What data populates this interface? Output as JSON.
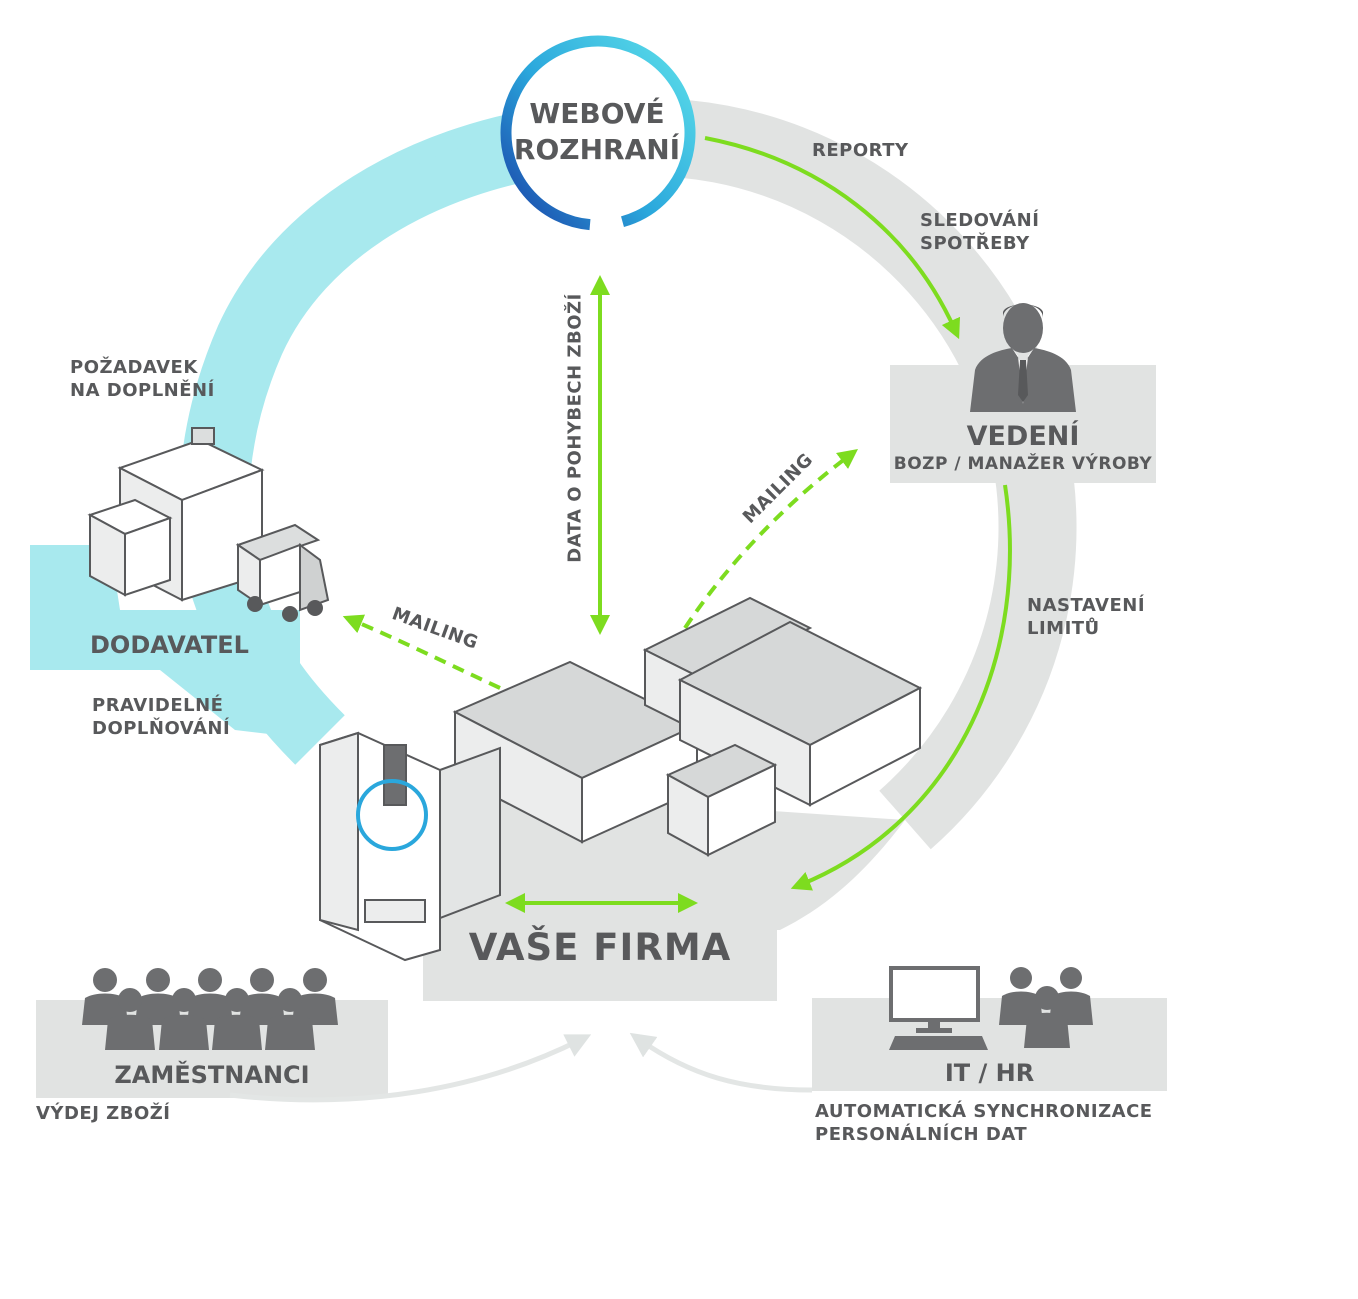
{
  "hub": {
    "line1": "WEBOVÉ",
    "line2": "ROZHRANÍ"
  },
  "nodes": {
    "vedeni": {
      "title": "VEDENÍ",
      "subtitle": "BOZP / MANAŽER VÝROBY"
    },
    "dodavatel": {
      "title": "DODAVATEL"
    },
    "firma": {
      "title": "VAŠE FIRMA"
    },
    "zamestnanci": {
      "title": "ZAMĚSTNANCI"
    },
    "ithr": {
      "title": "IT / HR"
    }
  },
  "edge_labels": {
    "reporty": "REPORTY",
    "sledovani_1": "SLEDOVÁNÍ",
    "sledovani_2": "SPOTŘEBY",
    "pozadavek_1": "POŽADAVEK",
    "pozadavek_2": "NA DOPLNĚNÍ",
    "pravidelne_1": "PRAVIDELNÉ",
    "pravidelne_2": "DOPLŇOVÁNÍ",
    "nastaveni_1": "NASTAVENÍ",
    "nastaveni_2": "LIMITŮ",
    "data": "DATA O POHYBECH ZBOŽÍ",
    "mailing_left": "MAILING",
    "mailing_right": "MAILING",
    "vydej": "VÝDEJ ZBOŽÍ",
    "sync_1": "AUTOMATICKÁ SYNCHRONIZACE",
    "sync_2": "PERSONÁLNÍCH DAT"
  },
  "colors": {
    "green": "#7ddc1f",
    "cyan_light": "#a8e9ee",
    "cyan_mid": "#3cc9e0",
    "blue_dark": "#1d4fb0",
    "grey_band": "#e1e3e2",
    "text": "#58595b",
    "icon": "#6d6e70"
  },
  "icons": [
    "webove-rozhrani-ring",
    "manager-person-icon",
    "supplier-warehouse-icon",
    "delivery-truck-icon",
    "company-buildings-icon",
    "vending-machine-icon",
    "employees-group-icon",
    "computer-monitor-icon",
    "it-hr-people-icon"
  ]
}
